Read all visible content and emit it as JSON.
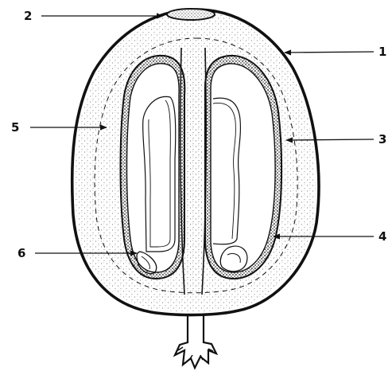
{
  "labels": [
    {
      "id": "1",
      "text": "1"
    },
    {
      "id": "2",
      "text": "2"
    },
    {
      "id": "3",
      "text": "3"
    },
    {
      "id": "4",
      "text": "4"
    },
    {
      "id": "5",
      "text": "5"
    },
    {
      "id": "6",
      "text": "6"
    }
  ],
  "colors": {
    "ink": "#111111",
    "background": "#ffffff",
    "stipple": "#555555"
  }
}
